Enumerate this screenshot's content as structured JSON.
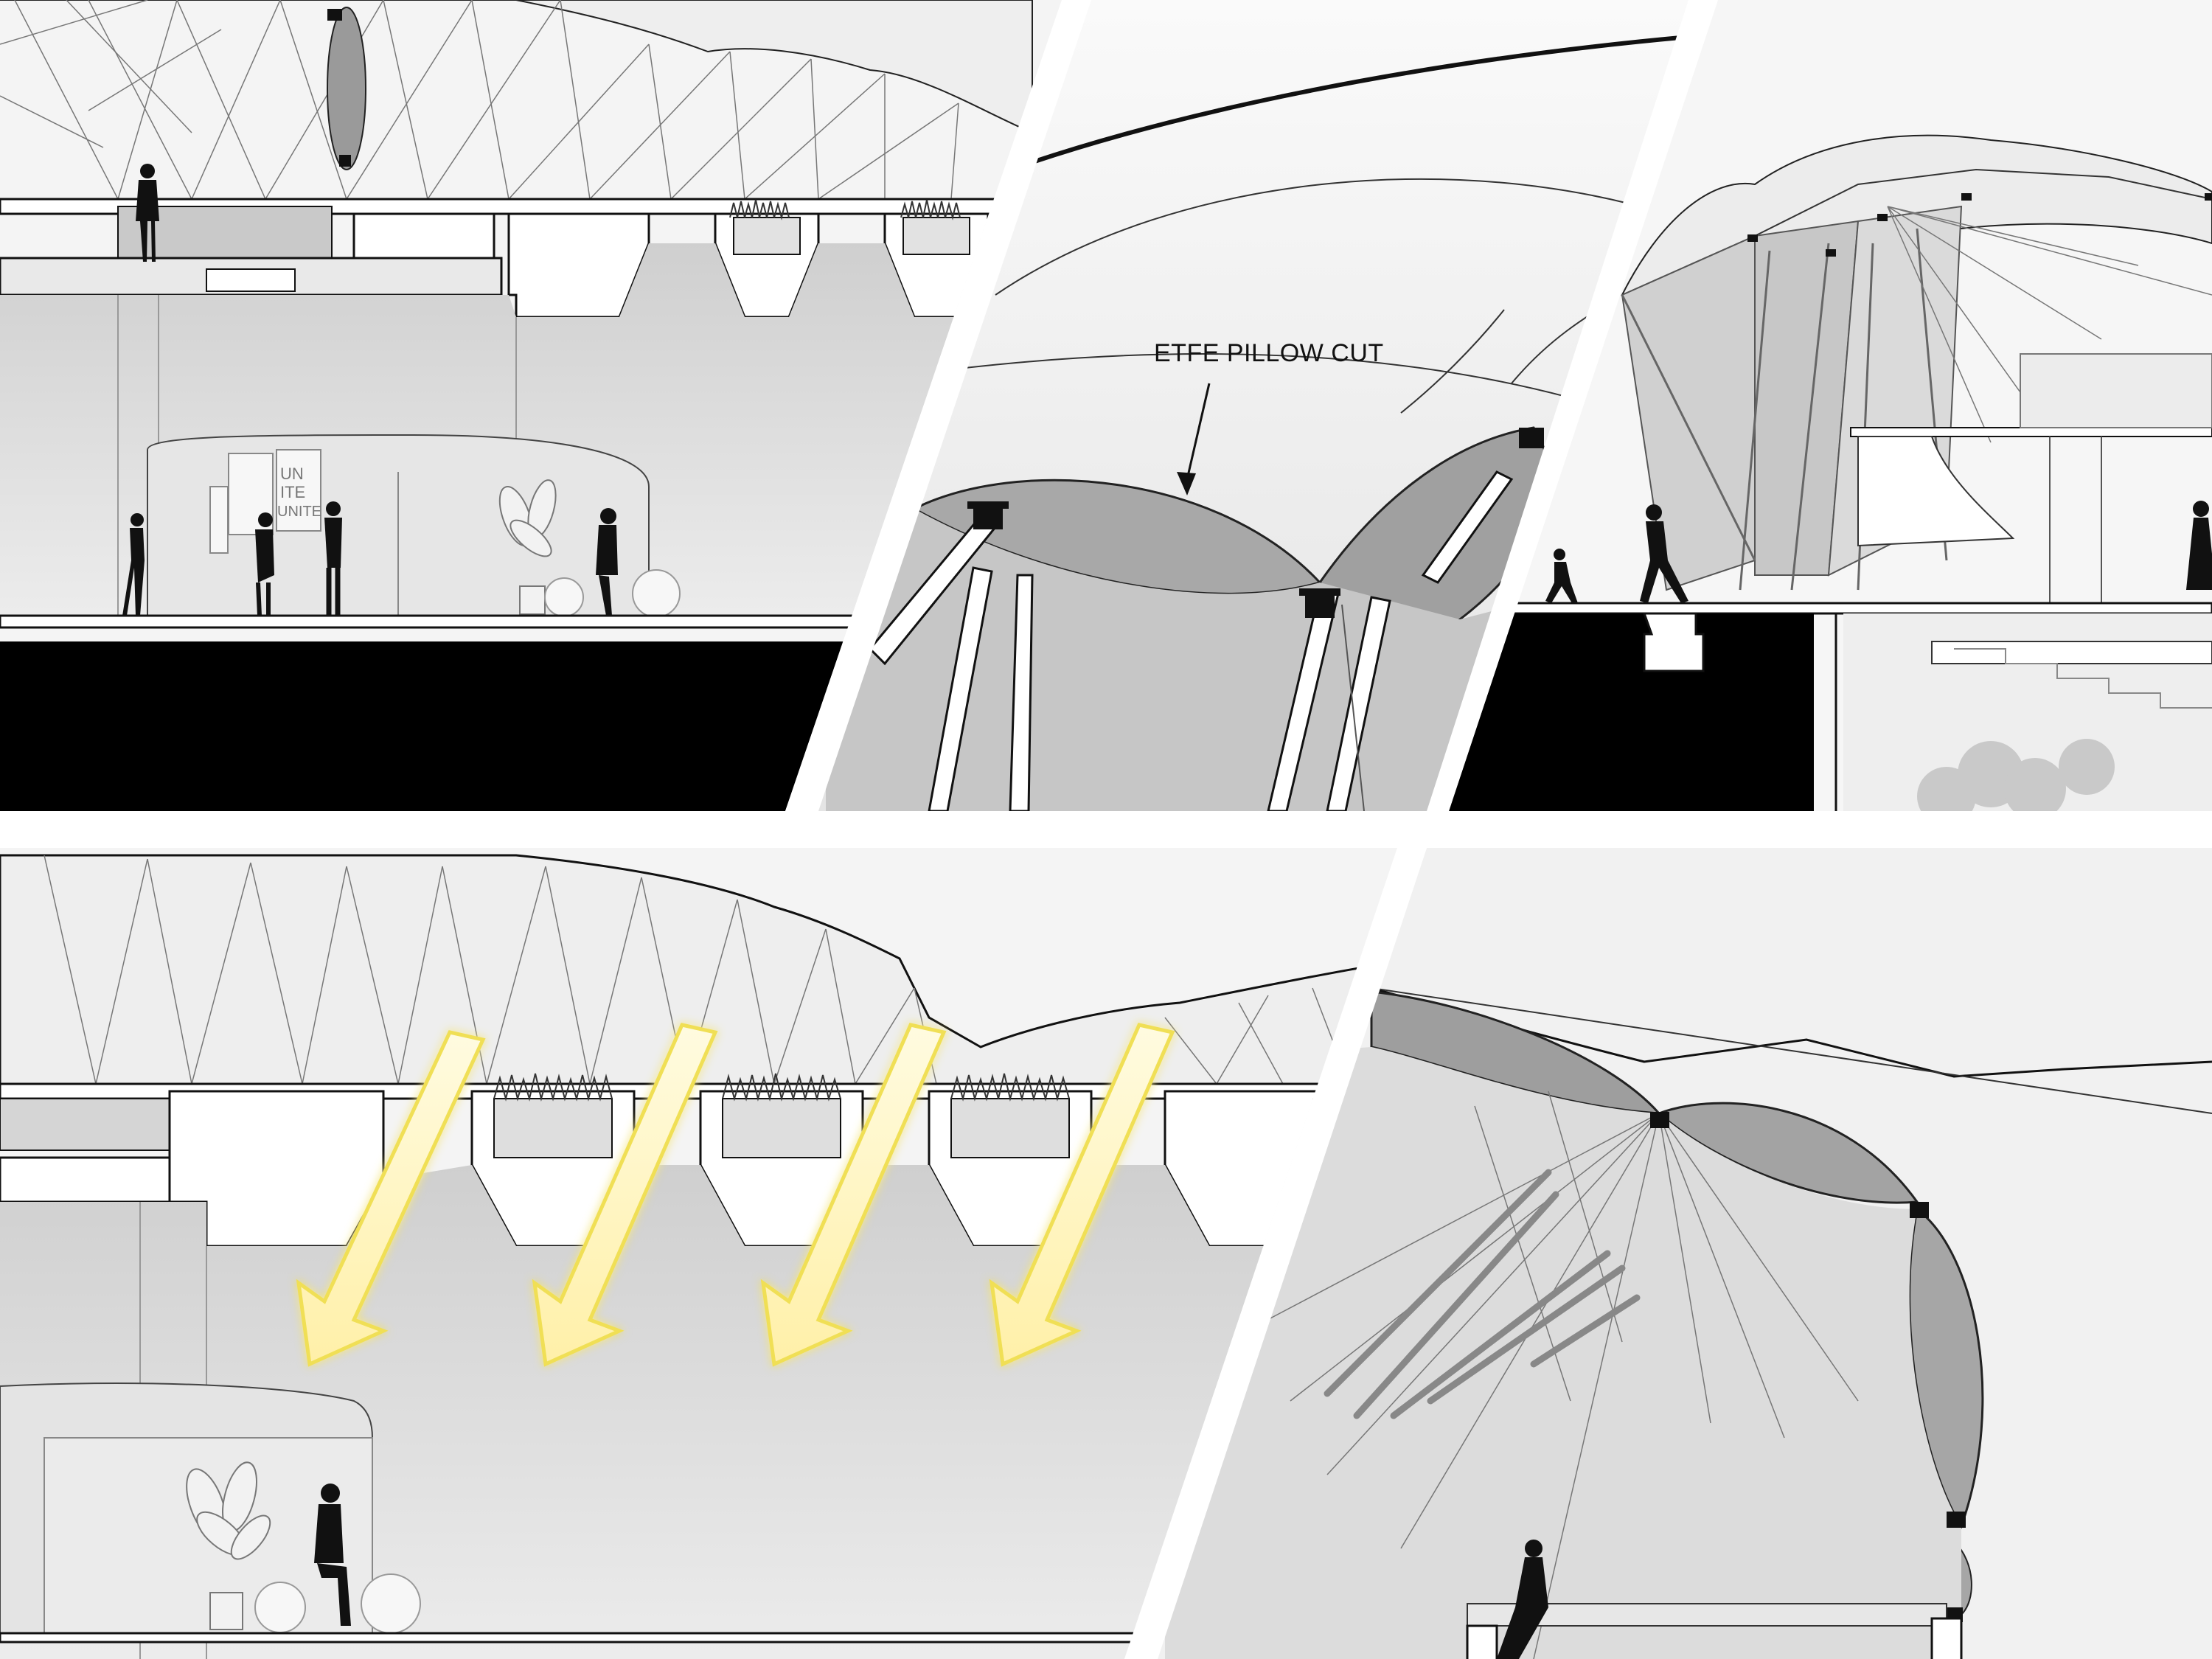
{
  "annotations": {
    "etfe_label": "ETFE PILLOW CUT",
    "poster_text_1": "UN",
    "poster_text_2": "ITE",
    "poster_text_3": "UNITE"
  },
  "colors": {
    "gutter": "#ffffff",
    "canopy": "#f0f0f0",
    "interior": "#d9d9d9",
    "pillow": "#9a9a9a",
    "solid": "#000000",
    "light_arrow": "#fff3b8",
    "light_glow": "#f3e45c"
  },
  "icons": [
    "person-silhouette",
    "potted-plant",
    "bench-sphere",
    "grass-tuft",
    "clamp-joint",
    "light-ray-arrow"
  ]
}
